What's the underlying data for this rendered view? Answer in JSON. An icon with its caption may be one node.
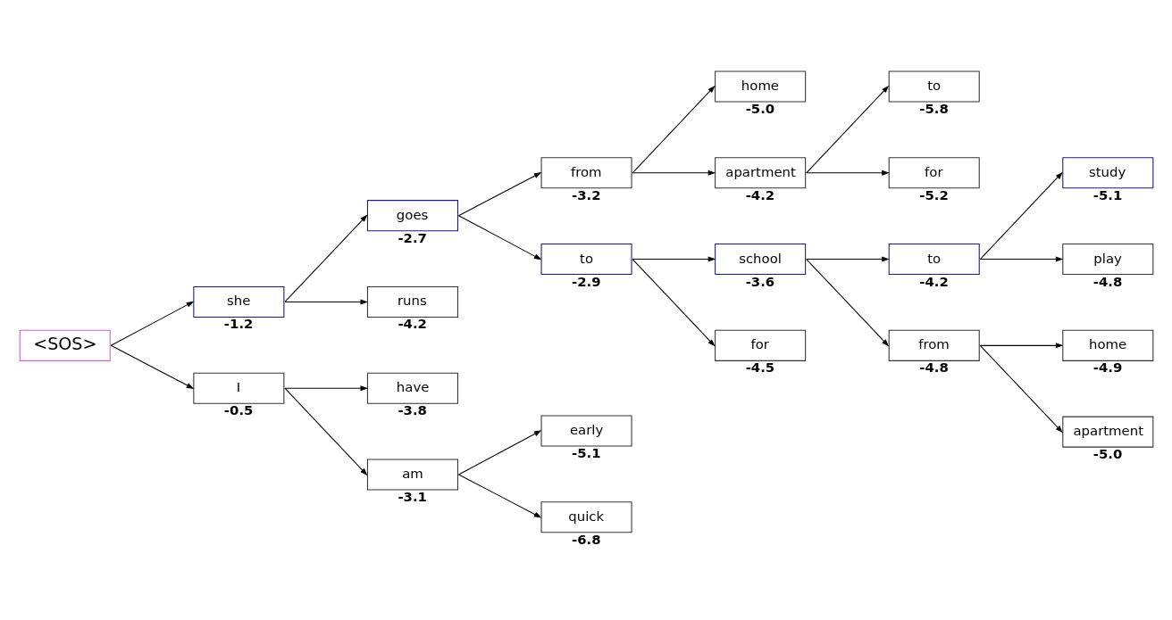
{
  "diagram": {
    "nodes": [
      {
        "text": [
          "<SOS>"
        ]
      },
      {
        "text": [
          "she"
        ],
        "beside": [
          "-1.2"
        ]
      },
      {
        "text": [
          "I"
        ],
        "beside": [
          "-0.5"
        ]
      },
      {
        "text": [
          "goes"
        ],
        "beside": [
          "-2.7"
        ]
      },
      {
        "text": [
          "runs"
        ],
        "beside": [
          "-4.2"
        ]
      },
      {
        "text": [
          "have"
        ],
        "beside": [
          "-3.8"
        ]
      },
      {
        "text": [
          "am"
        ],
        "beside": [
          "-3.1"
        ]
      },
      {
        "text": [
          "from"
        ],
        "beside": [
          "-3.2"
        ]
      },
      {
        "text": [
          "to"
        ],
        "beside": [
          "-2.9"
        ]
      },
      {
        "text": [
          "early"
        ],
        "beside": [
          "-5.1"
        ]
      },
      {
        "text": [
          "quick"
        ],
        "beside": [
          "-6.8"
        ]
      },
      {
        "text": [
          "home"
        ],
        "beside": [
          "-5.0"
        ]
      },
      {
        "text": [
          "apartment"
        ],
        "beside": [
          "-4.2"
        ]
      },
      {
        "text": [
          "school"
        ],
        "beside": [
          "-3.6"
        ]
      },
      {
        "text": [
          "for"
        ],
        "beside": [
          "-4.5"
        ]
      },
      {
        "text": [
          "to"
        ],
        "beside": [
          "-5.8"
        ]
      },
      {
        "text": [
          "for"
        ],
        "beside": [
          "-5.2"
        ]
      },
      {
        "text": [
          "to"
        ],
        "beside": [
          "-4.2"
        ]
      },
      {
        "text": [
          "from"
        ],
        "beside": [
          "-4.8"
        ]
      },
      {
        "text": [
          "study"
        ],
        "beside": [
          "-5.1"
        ]
      },
      {
        "text": [
          "play"
        ],
        "beside": [
          "-4.8"
        ]
      },
      {
        "text": [
          "home"
        ],
        "beside": [
          "-4.9"
        ]
      },
      {
        "text": [
          "apartment"
        ],
        "beside": [
          "-5.0"
        ]
      }
    ],
    "edges": [
      {
        "from": 0,
        "to": 1,
        "arrow": "to"
      },
      {
        "from": 0,
        "to": 2,
        "arrow": "to"
      },
      {
        "from": 1,
        "to": 3,
        "arrow": "to"
      },
      {
        "from": 1,
        "to": 4,
        "arrow": "to"
      },
      {
        "from": 2,
        "to": 5,
        "arrow": "to"
      },
      {
        "from": 2,
        "to": 6,
        "arrow": "to"
      },
      {
        "from": 3,
        "to": 7,
        "arrow": "to"
      },
      {
        "from": 3,
        "to": 8,
        "arrow": "to"
      },
      {
        "from": 6,
        "to": 9,
        "arrow": "to"
      },
      {
        "from": 6,
        "to": 10,
        "arrow": "to"
      },
      {
        "from": 7,
        "to": 11,
        "arrow": "to"
      },
      {
        "from": 7,
        "to": 12,
        "arrow": "to"
      },
      {
        "from": 8,
        "to": 13,
        "arrow": "to"
      },
      {
        "from": 8,
        "to": 14,
        "arrow": "to"
      },
      {
        "from": 12,
        "to": 15,
        "arrow": "to"
      },
      {
        "from": 12,
        "to": 16,
        "arrow": "to"
      },
      {
        "from": 13,
        "to": 17,
        "arrow": "to"
      },
      {
        "from": 13,
        "to": 18,
        "arrow": "to"
      },
      {
        "from": 17,
        "to": 19,
        "arrow": "to"
      },
      {
        "from": 17,
        "to": 20,
        "arrow": "to"
      },
      {
        "from": 18,
        "to": 21,
        "arrow": "to"
      },
      {
        "from": 18,
        "to": 22,
        "arrow": "to"
      }
    ]
  }
}
